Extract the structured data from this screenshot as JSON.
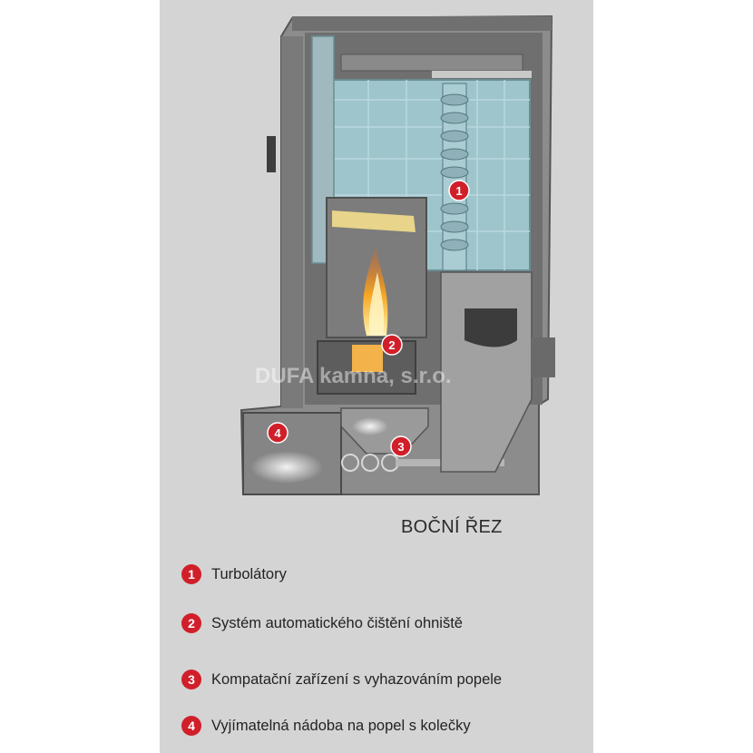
{
  "caption": "BOČNÍ ŘEZ",
  "watermark": "DUFA kamna, s.r.o.",
  "markers": [
    "1",
    "2",
    "3",
    "4"
  ],
  "legend": [
    {
      "number": "1",
      "label": "Turbolátory"
    },
    {
      "number": "2",
      "label": "Systém automatického čištění ohniště"
    },
    {
      "number": "3",
      "label": "Kompatační zařízení s vyhazováním popele"
    },
    {
      "number": "4",
      "label": "Vyjímatelná nádoba na popel s kolečky"
    }
  ],
  "colors": {
    "badge": "#d11f2a",
    "panel": "#d4d4d4",
    "water": "#9ec5cc",
    "body": "#8e8e8e"
  }
}
